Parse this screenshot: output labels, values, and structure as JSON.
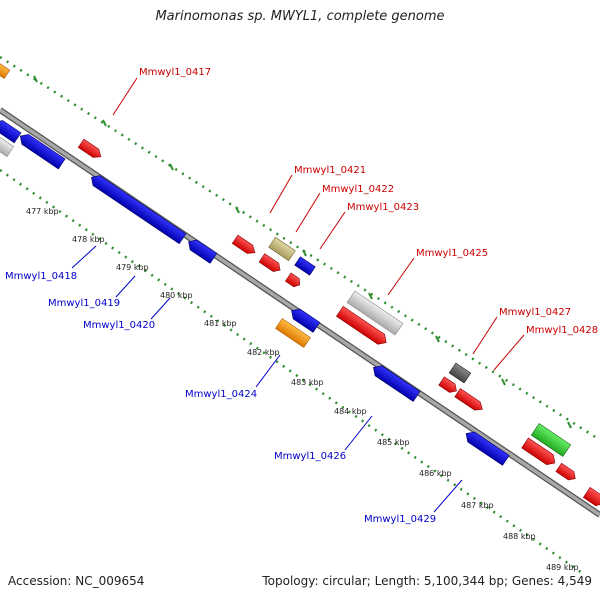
{
  "title": "Marinomonas sp. MWYL1, complete genome",
  "footer": {
    "accession": "Accession: NC_009654",
    "topology": "Topology: circular; Length: 5,100,344 bp; Genes: 4,549"
  },
  "colors": {
    "backbone": "#8a8a8a",
    "dots": "#2f8f2f",
    "forward_label": "#cc0000",
    "reverse_label": "#0000cc"
  },
  "ticks": [
    "477 kbp",
    "478 kbp",
    "479 kbp",
    "480 kbp",
    "481 kbp",
    "482 kbp",
    "483 kbp",
    "484 kbp",
    "485 kbp",
    "486 kbp",
    "487 kbp",
    "488 kbp",
    "489 kbp"
  ],
  "forward_labels": [
    "Mmwyl1_0417",
    "Mmwyl1_0421",
    "Mmwyl1_0422",
    "Mmwyl1_0423",
    "Mmwyl1_0425",
    "Mmwyl1_0427",
    "Mmwyl1_0428"
  ],
  "reverse_labels": [
    "Mmwyl1_0418",
    "Mmwyl1_0419",
    "Mmwyl1_0420",
    "Mmwyl1_0424",
    "Mmwyl1_0426",
    "Mmwyl1_0429"
  ],
  "gene_colors": [
    "#ff0000",
    "#0000ff",
    "#c8c8c8",
    "#ff9900",
    "#c8bf80",
    "#666666",
    "#33cc33"
  ]
}
